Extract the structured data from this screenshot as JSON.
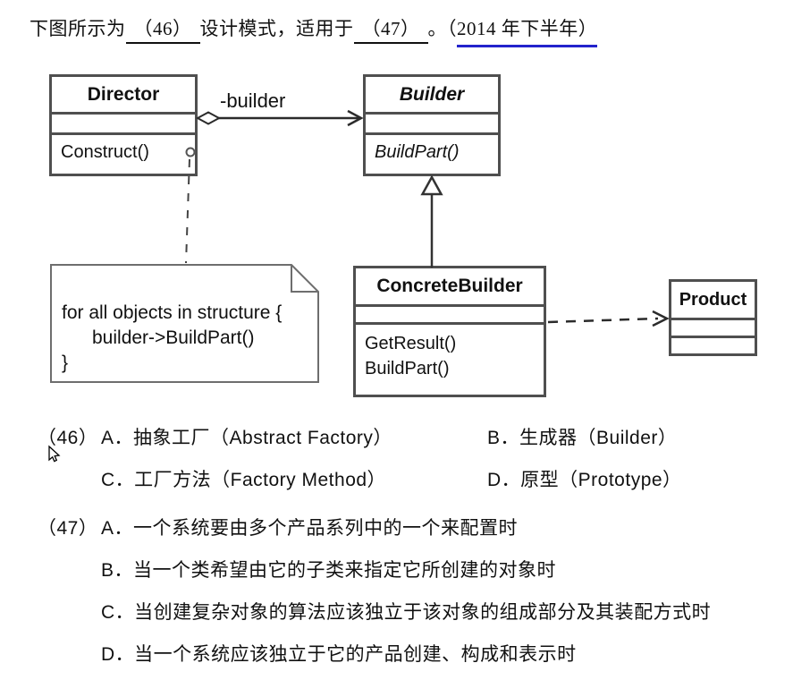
{
  "header": {
    "prefix": "下图所示为",
    "blank1": "（46）",
    "middle": "设计模式，适用于",
    "blank2": "（47）",
    "period": "。（",
    "year": "2014 年下半年）"
  },
  "diagram": {
    "association_label": "-builder",
    "classes": {
      "director": {
        "name": "Director",
        "ops": [
          "Construct()"
        ]
      },
      "builder": {
        "name": "Builder",
        "ops": [
          "BuildPart()"
        ]
      },
      "concrete_builder": {
        "name": "ConcreteBuilder",
        "ops": [
          "GetResult()",
          "BuildPart()"
        ]
      },
      "product": {
        "name": "Product"
      }
    },
    "note": {
      "line1": "for all objects in structure {",
      "line2": "builder->BuildPart()",
      "line3": "}"
    }
  },
  "questions": {
    "q46": {
      "label": "（46）",
      "option_a": "A．抽象工厂（Abstract Factory）",
      "option_b": "B．生成器（Builder）",
      "option_c": "C．工厂方法（Factory Method）",
      "option_d": "D．原型（Prototype）"
    },
    "q47": {
      "label": "（47）",
      "option_a": "A．一个系统要由多个产品系列中的一个来配置时",
      "option_b": "B．当一个类希望由它的子类来指定它所创建的对象时",
      "option_c": "C．当创建复杂对象的算法应该独立于该对象的组成部分及其装配方式时",
      "option_d": "D．当一个系统应该独立于它的产品创建、构成和表示时"
    }
  },
  "colors": {
    "underline_blue": "#2323cc",
    "box_border": "#4f4f4f",
    "diagram_line": "#2b2b2b",
    "note_border": "#6e6e6e"
  }
}
